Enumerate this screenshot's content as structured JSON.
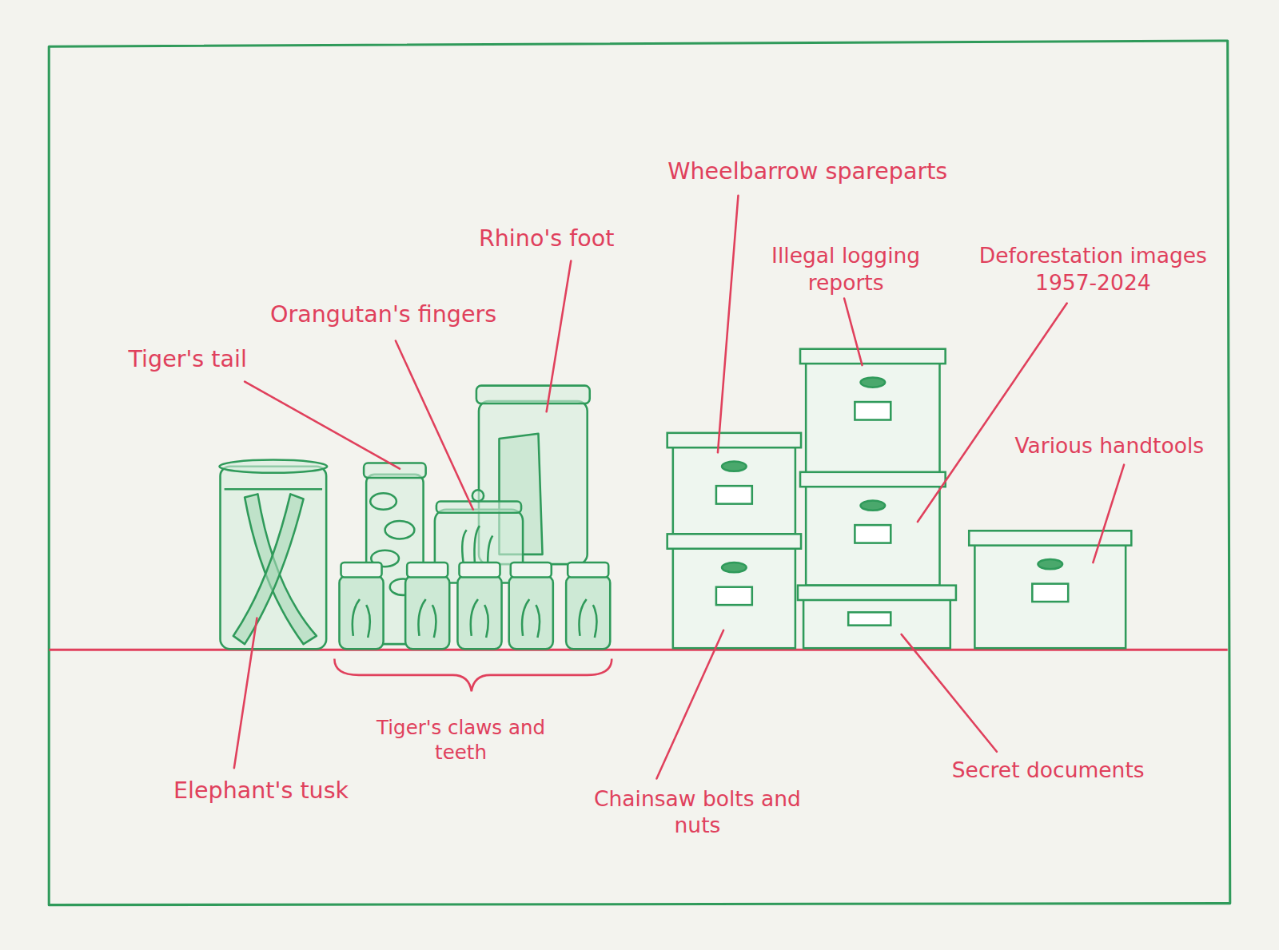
{
  "diagram": {
    "labels": [
      "Wheelbarrow spareparts",
      "Rhino's foot",
      "Illegal logging reports",
      "Deforestation images 1957-2024",
      "Orangutan's fingers",
      "Tiger's tail",
      "Various handtools",
      "Elephant's tusk",
      "Tiger's claws and teeth",
      "Chainsaw bolts and nuts",
      "Secret documents"
    ]
  }
}
